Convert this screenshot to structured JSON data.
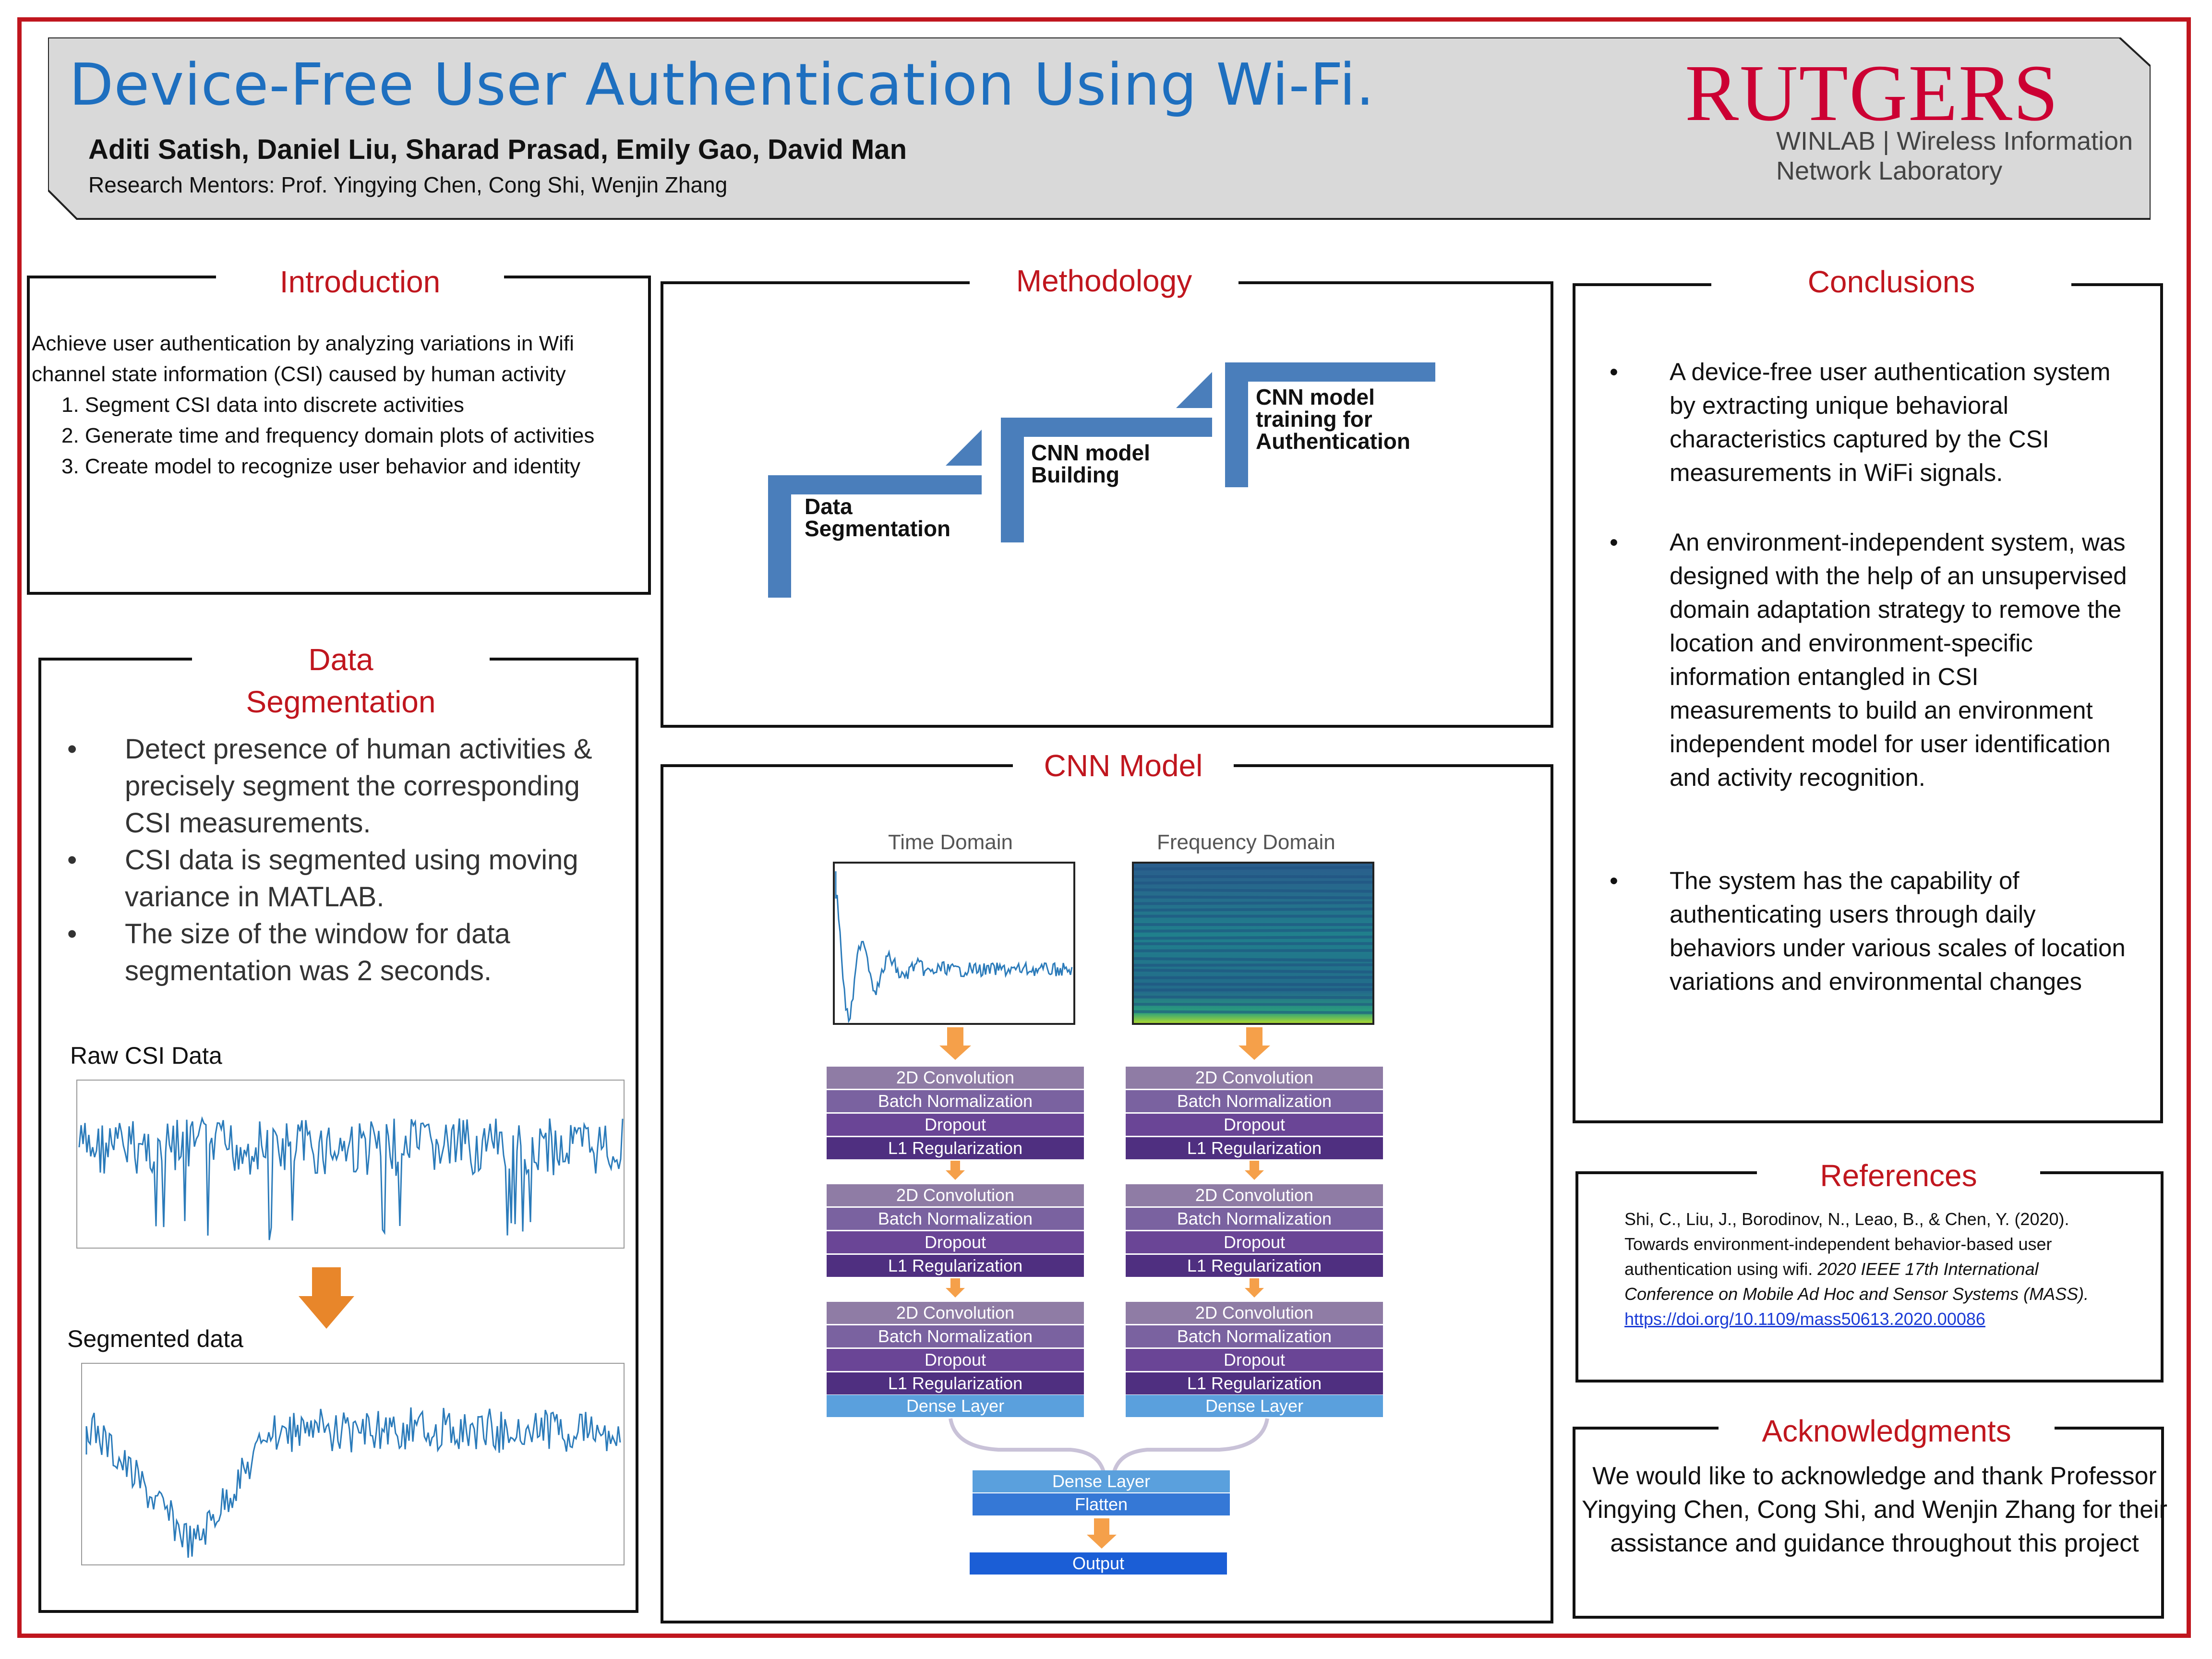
{
  "header": {
    "title": "Device-Free User Authentication Using Wi-Fi.",
    "authors": "Aditi Satish, Daniel Liu, Sharad Prasad, Emily Gao, David Man",
    "mentors": "Research Mentors: Prof. Yingying Chen, Cong Shi, Wenjin Zhang",
    "logo_text": "RUTGERS",
    "lab_line1": "WINLAB | Wireless Information",
    "lab_line2": "Network Laboratory"
  },
  "introduction": {
    "heading": "Introduction",
    "line1": "Achieve user authentication by analyzing variations in Wifi",
    "line2": "channel state information (CSI) caused by human activity",
    "items": [
      "1. Segment CSI data into discrete activities",
      "2. Generate time and frequency domain plots of activities",
      "3. Create model to recognize user behavior and identity"
    ]
  },
  "data_segmentation": {
    "heading_line1": "Data",
    "heading_line2": "Segmentation",
    "bullets": [
      "Detect presence of human activities & precisely segment the corresponding CSI measurements.",
      "CSI data is segmented using moving variance in MATLAB.",
      "The size of the window for data segmentation was 2 seconds."
    ],
    "raw_label": "Raw CSI Data",
    "segmented_label": "Segmented data"
  },
  "methodology": {
    "heading": "Methodology",
    "step1": [
      "Data",
      "Segmentation"
    ],
    "step2": [
      "CNN model",
      "Building"
    ],
    "step3": [
      "CNN model",
      "training for",
      "Authentication"
    ]
  },
  "cnn_model": {
    "heading": "CNN Model",
    "time_domain": "Time Domain",
    "frequency_domain": "Frequency Domain",
    "block_layers": [
      "2D Convolution",
      "Batch Normalization",
      "Dropout",
      "L1 Regularization"
    ],
    "dense": "Dense Layer",
    "merge_dense": "Dense Layer",
    "flatten": "Flatten",
    "output": "Output"
  },
  "conclusions": {
    "heading": "Conclusions",
    "bullets": [
      "A device-free user authentication system by extracting unique behavioral characteristics captured by the CSI measurements in WiFi signals.",
      "An environment-independent system, was designed with the help of an unsupervised domain adaptation strategy to remove the location and environment-specific information entangled in CSI measurements to build an environment independent model for user identification and activity recognition.",
      "The system has the capability of authenticating users through daily behaviors under various scales of location variations and environmental changes"
    ]
  },
  "references": {
    "heading": "References",
    "text_plain": "Shi, C., Liu, J., Borodinov, N., Leao, B., & Chen, Y. (2020). Towards environment-independent behavior-based user authentication using wifi.",
    "text_italic": "2020 IEEE 17th International Conference on Mobile Ad Hoc and Sensor Systems (MASS).",
    "link": "https://doi.org/10.1109/mass50613.2020.00086"
  },
  "acknowledgments": {
    "heading": "Acknowledgments",
    "text": "We would like to acknowledge and thank Professor Yingying Chen, Cong Shi, and Wenjin Zhang for their assistance and guidance throughout this project"
  },
  "colors": {
    "accent_red": "#c0161e",
    "title_blue": "#1e6fbf",
    "step_blue": "#4a7ebb",
    "arrow_orange": "#f0a050"
  }
}
